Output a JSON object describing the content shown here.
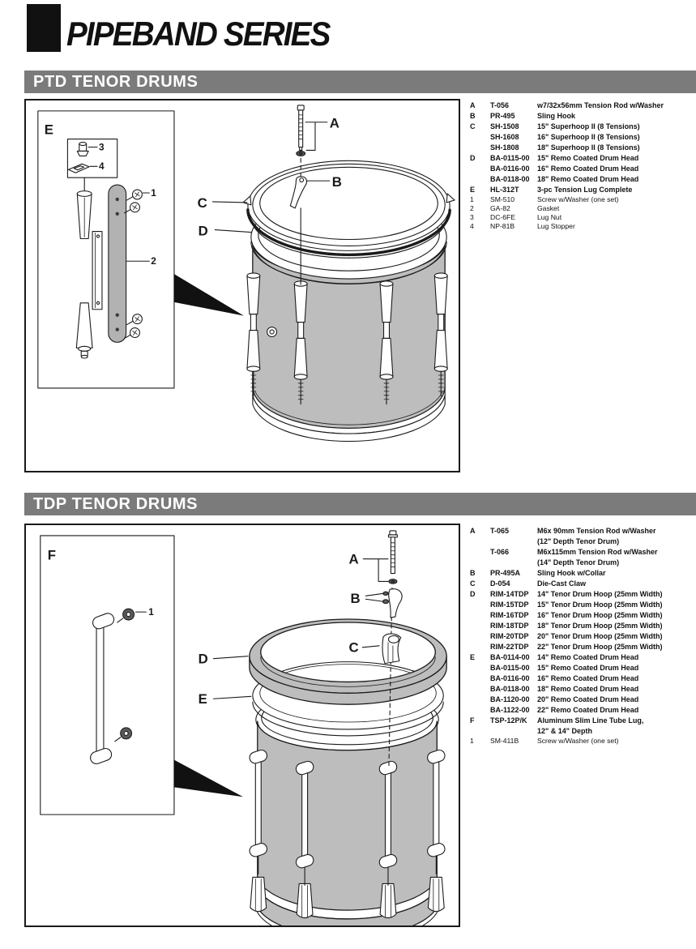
{
  "header": {
    "title": "PIPEBAND SERIES"
  },
  "colors": {
    "ink": "#1a1a1a",
    "bar": "#7b7b7b",
    "shell": "#bdbdbd",
    "gasket": "#b2b2b2",
    "washer": "#5a5a5a"
  },
  "sections": [
    {
      "heading": "PTD TENOR DRUMS",
      "callouts": {
        "a": "A",
        "b": "B",
        "c": "C",
        "d": "D",
        "e": "E",
        "n1": "1",
        "n2": "2",
        "n3": "3",
        "n4": "4"
      },
      "parts": [
        {
          "ref": "A",
          "code": "T-056",
          "desc": "w7/32x56mm Tension Rod w/Washer",
          "variant": "main"
        },
        {
          "ref": "B",
          "code": "PR-495",
          "desc": "Sling Hook",
          "variant": "main"
        },
        {
          "ref": "C",
          "code": "SH-1508",
          "desc": "15\" Superhoop II (8 Tensions)",
          "variant": "main"
        },
        {
          "ref": "",
          "code": "SH-1608",
          "desc": "16\" Superhoop II (8 Tensions)",
          "variant": "main"
        },
        {
          "ref": "",
          "code": "SH-1808",
          "desc": "18\" Superhoop II (8 Tensions)",
          "variant": "main"
        },
        {
          "ref": "D",
          "code": "BA-0115-00",
          "desc": "15\" Remo Coated Drum Head",
          "variant": "main"
        },
        {
          "ref": "",
          "code": "BA-0116-00",
          "desc": "16\" Remo Coated Drum Head",
          "variant": "main"
        },
        {
          "ref": "",
          "code": "BA-0118-00",
          "desc": "18\" Remo Coated Drum Head",
          "variant": "main"
        },
        {
          "ref": "E",
          "code": "HL-312T",
          "desc": "3-pc Tension Lug Complete",
          "variant": "main"
        },
        {
          "ref": "1",
          "code": "SM-510",
          "desc": "Screw w/Washer (one set)",
          "variant": "sub"
        },
        {
          "ref": "2",
          "code": "GA-82",
          "desc": "Gasket",
          "variant": "sub"
        },
        {
          "ref": "3",
          "code": "DC-6FE",
          "desc": "Lug Nut",
          "variant": "sub"
        },
        {
          "ref": "4",
          "code": "NP-81B",
          "desc": "Lug Stopper",
          "variant": "sub"
        }
      ]
    },
    {
      "heading": "TDP TENOR DRUMS",
      "callouts": {
        "a": "A",
        "b": "B",
        "c": "C",
        "d": "D",
        "e": "E",
        "f": "F",
        "n1": "1"
      },
      "parts": [
        {
          "ref": "A",
          "code": "T-065",
          "desc": "M6x 90mm Tension Rod w/Washer\n(12\" Depth Tenor Drum)",
          "variant": "main"
        },
        {
          "ref": "",
          "code": "T-066",
          "desc": "M6x115mm Tension Rod w/Washer\n(14\" Depth Tenor Drum)",
          "variant": "main"
        },
        {
          "ref": "B",
          "code": "PR-495A",
          "desc": "Sling Hook w/Collar",
          "variant": "main"
        },
        {
          "ref": "C",
          "code": "D-054",
          "desc": "Die-Cast Claw",
          "variant": "main"
        },
        {
          "ref": "D",
          "code": "RIM-14TDP",
          "desc": "14\" Tenor Drum Hoop (25mm Width)",
          "variant": "main"
        },
        {
          "ref": "",
          "code": "RIM-15TDP",
          "desc": "15\" Tenor Drum Hoop (25mm Width)",
          "variant": "main"
        },
        {
          "ref": "",
          "code": "RIM-16TDP",
          "desc": "16\" Tenor Drum Hoop (25mm Width)",
          "variant": "main"
        },
        {
          "ref": "",
          "code": "RIM-18TDP",
          "desc": "18\" Tenor Drum Hoop (25mm Width)",
          "variant": "main"
        },
        {
          "ref": "",
          "code": "RIM-20TDP",
          "desc": "20\" Tenor Drum Hoop (25mm Width)",
          "variant": "main"
        },
        {
          "ref": "",
          "code": "RIM-22TDP",
          "desc": "22\" Tenor Drum Hoop (25mm Width)",
          "variant": "main"
        },
        {
          "ref": "E",
          "code": "BA-0114-00",
          "desc": "14\" Remo Coated Drum Head",
          "variant": "main"
        },
        {
          "ref": "",
          "code": "BA-0115-00",
          "desc": "15\" Remo Coated Drum Head",
          "variant": "main"
        },
        {
          "ref": "",
          "code": "BA-0116-00",
          "desc": "16\" Remo Coated Drum Head",
          "variant": "main"
        },
        {
          "ref": "",
          "code": "BA-0118-00",
          "desc": "18\" Remo Coated Drum Head",
          "variant": "main"
        },
        {
          "ref": "",
          "code": "BA-1120-00",
          "desc": "20\" Remo Coated Drum Head",
          "variant": "main"
        },
        {
          "ref": "",
          "code": "BA-1122-00",
          "desc": "22\" Remo Coated Drum Head",
          "variant": "main"
        },
        {
          "ref": "F",
          "code": "TSP-12P/K",
          "desc": "Aluminum Slim Line Tube Lug,\n12\" & 14\" Depth",
          "variant": "main"
        },
        {
          "ref": "1",
          "code": "SM-411B",
          "desc": "Screw w/Washer (one set)",
          "variant": "sub"
        }
      ]
    }
  ]
}
